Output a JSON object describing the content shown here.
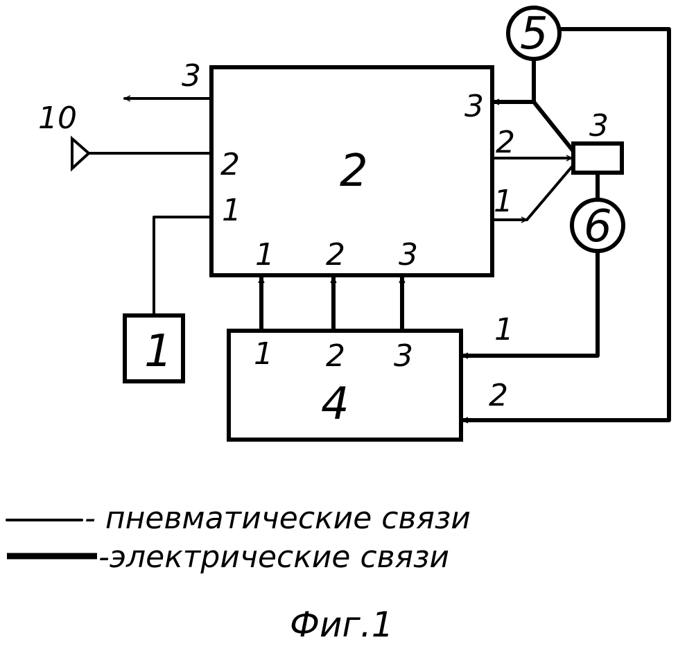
{
  "blocks": {
    "b1": "1",
    "b2": "2",
    "b3": "3",
    "b4": "4",
    "b5": "5",
    "b6": "6"
  },
  "block2_ports": {
    "left_out_3": "3",
    "left_in_2": "2",
    "left_in_1": "1",
    "bottom_1": "1",
    "bottom_2": "2",
    "bottom_3": "3",
    "right_3": "3",
    "right_2": "2",
    "right_1": "1"
  },
  "block4_ports": {
    "top_1": "1",
    "top_2": "2",
    "top_3": "3",
    "right_in_1": "1",
    "right_in_2": "2"
  },
  "output_label": "10",
  "legend": {
    "pneumatic": "- пневматические связи",
    "electric": "-электрические связи"
  },
  "caption": "Фиг.1"
}
